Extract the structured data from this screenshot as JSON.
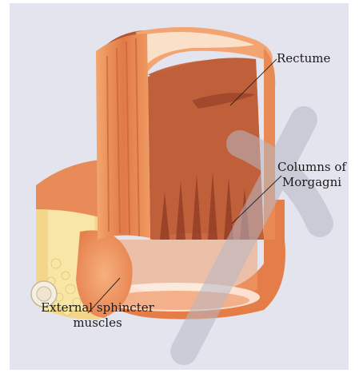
{
  "labels": {
    "rectume": "Rectume",
    "columns_line1": "Columns of",
    "columns_line2": "Morgagni",
    "external_line1": "External sphincter",
    "external_line2": "muscles"
  },
  "colors": {
    "panel": "#e4e4ee",
    "outer_wall": "#e8804f",
    "inner_wall": "#c8603c",
    "mucosa_folds": "#8e3a24",
    "fat": "#f2dc8c",
    "sphincter": "#f0a070",
    "watermark": "#c9c9d4"
  }
}
